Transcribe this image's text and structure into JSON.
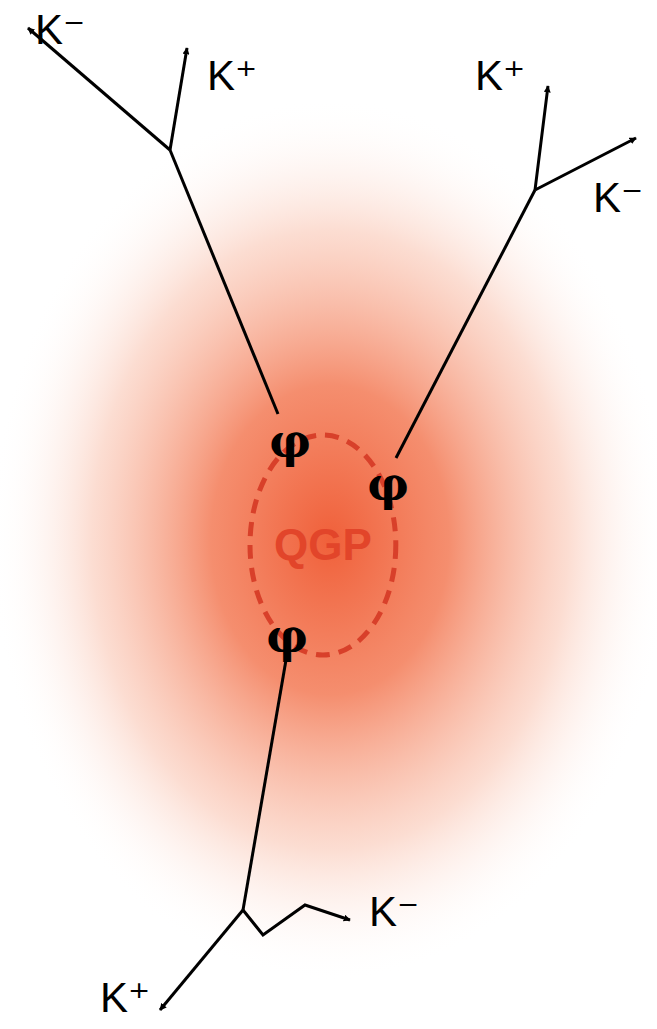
{
  "diagram": {
    "nodes": [
      {
        "text": [
          "QGP"
        ]
      }
    ],
    "labels": [
      "K⁻",
      "K⁺",
      "K⁺",
      "K⁻",
      "φ",
      "φ",
      "φ",
      "K⁻",
      "K⁺"
    ]
  }
}
